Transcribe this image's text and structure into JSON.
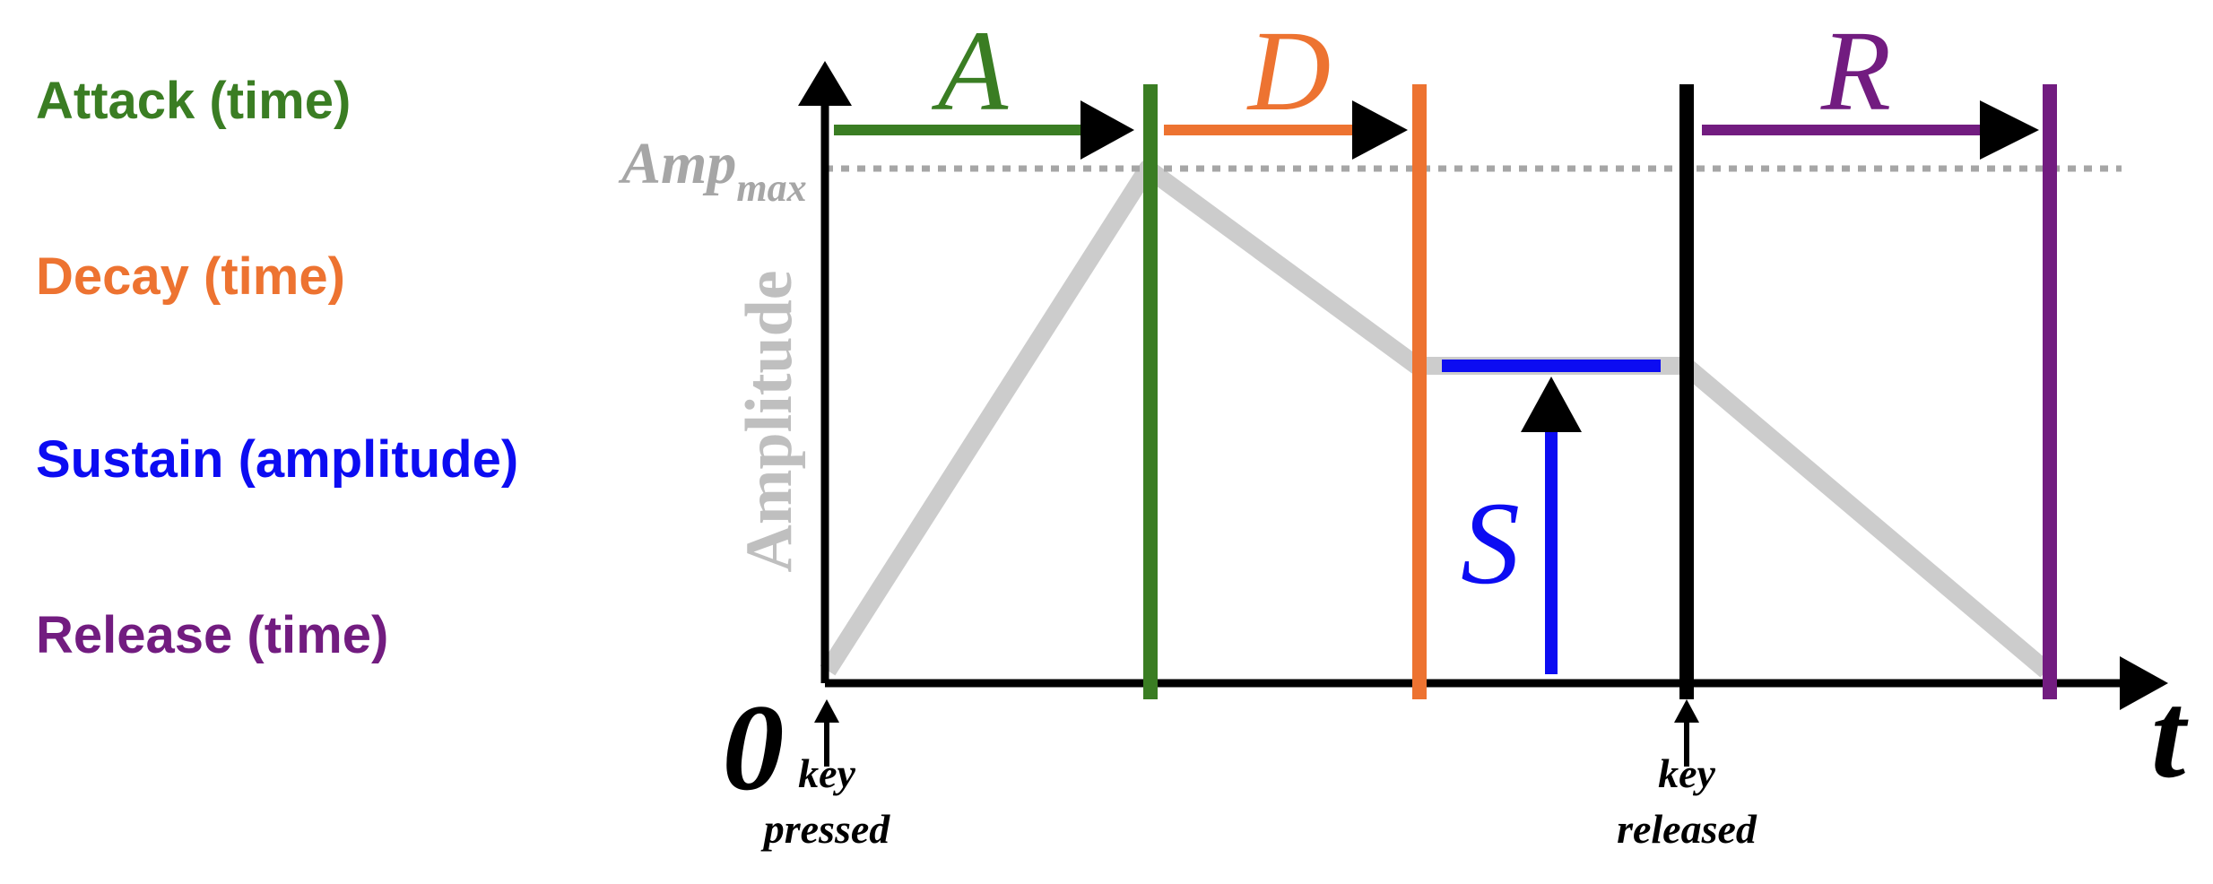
{
  "legend": {
    "attack": "Attack (time)",
    "decay": "Decay (time)",
    "sustain": "Sustain (amplitude)",
    "release": "Release (time)"
  },
  "diagram": {
    "y_axis_label": "Amplitude",
    "amp_max_main": "Amp",
    "amp_max_sub": "max",
    "origin_label": "0",
    "time_axis_label": "t",
    "phase_letters": {
      "attack": "A",
      "decay": "D",
      "sustain": "S",
      "release": "R"
    },
    "key_pressed_line1": "key",
    "key_pressed_line2": "pressed",
    "key_released_line1": "key",
    "key_released_line2": "released"
  },
  "colors": {
    "attack": "#3a7d23",
    "decay": "#ed7331",
    "sustain": "#0c0cf2",
    "release": "#721c80",
    "envelope": "#cccccc",
    "axis": "#000000",
    "amp_max_text": "#a6a6a6",
    "amplitude_text": "#bfbfbf"
  }
}
